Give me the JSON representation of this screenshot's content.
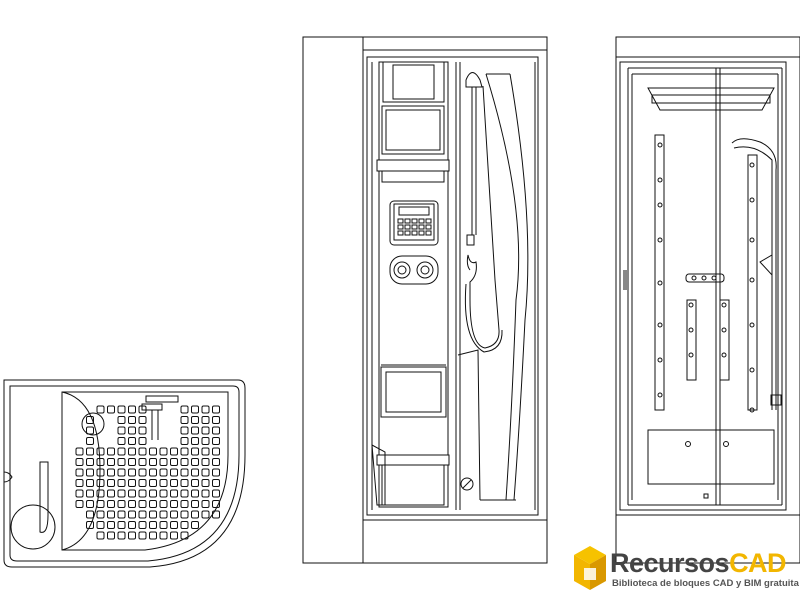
{
  "watermark": {
    "brand_plain": "Recursos",
    "brand_accent": "CAD",
    "tagline": "Biblioteca de bloques CAD y BIM gratuita",
    "colors": {
      "accent": "#f2b600",
      "text": "#444444"
    }
  },
  "drawing": {
    "line_color": "#111111",
    "views": [
      "shower-plan-view",
      "shower-side-elevation",
      "shower-front-elevation"
    ],
    "control_panel_icon": "control-panel-icon",
    "logo_icon": "cube-logo-icon"
  }
}
